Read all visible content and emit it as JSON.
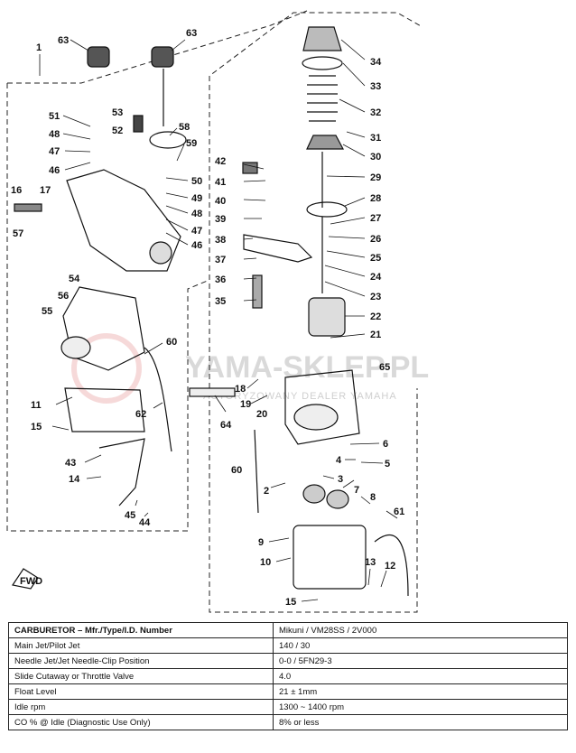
{
  "callouts": [
    {
      "id": "c63a",
      "text": "63"
    },
    {
      "id": "c63b",
      "text": "63"
    },
    {
      "id": "c34",
      "text": "34"
    },
    {
      "id": "c33",
      "text": "33"
    },
    {
      "id": "c32",
      "text": "32"
    },
    {
      "id": "c31",
      "text": "31"
    },
    {
      "id": "c30",
      "text": "30"
    },
    {
      "id": "c29",
      "text": "29"
    },
    {
      "id": "c28",
      "text": "28"
    },
    {
      "id": "c27",
      "text": "27"
    },
    {
      "id": "c26",
      "text": "26"
    },
    {
      "id": "c25",
      "text": "25"
    },
    {
      "id": "c24",
      "text": "24"
    },
    {
      "id": "c23",
      "text": "23"
    },
    {
      "id": "c22",
      "text": "22"
    },
    {
      "id": "c21",
      "text": "21"
    },
    {
      "id": "c65",
      "text": "65"
    },
    {
      "id": "c51",
      "text": "51"
    },
    {
      "id": "c48a",
      "text": "48"
    },
    {
      "id": "c47a",
      "text": "47"
    },
    {
      "id": "c46a",
      "text": "46"
    },
    {
      "id": "c53",
      "text": "53"
    },
    {
      "id": "c52",
      "text": "52"
    },
    {
      "id": "c58",
      "text": "58"
    },
    {
      "id": "c59",
      "text": "59"
    },
    {
      "id": "c50",
      "text": "50"
    },
    {
      "id": "c49",
      "text": "49"
    },
    {
      "id": "c48b",
      "text": "48"
    },
    {
      "id": "c47b",
      "text": "47"
    },
    {
      "id": "c46b",
      "text": "46"
    },
    {
      "id": "c16",
      "text": "16"
    },
    {
      "id": "c17",
      "text": "17"
    },
    {
      "id": "c57",
      "text": "57"
    },
    {
      "id": "c54",
      "text": "54"
    },
    {
      "id": "c56",
      "text": "56"
    },
    {
      "id": "c55",
      "text": "55"
    },
    {
      "id": "c42",
      "text": "42"
    },
    {
      "id": "c41",
      "text": "41"
    },
    {
      "id": "c40",
      "text": "40"
    },
    {
      "id": "c39",
      "text": "39"
    },
    {
      "id": "c38",
      "text": "38"
    },
    {
      "id": "c37",
      "text": "37"
    },
    {
      "id": "c36",
      "text": "36"
    },
    {
      "id": "c35",
      "text": "35"
    },
    {
      "id": "c60a",
      "text": "60"
    },
    {
      "id": "c11",
      "text": "11"
    },
    {
      "id": "c15a",
      "text": "15"
    },
    {
      "id": "c62",
      "text": "62"
    },
    {
      "id": "c64",
      "text": "64"
    },
    {
      "id": "c18",
      "text": "18"
    },
    {
      "id": "c19",
      "text": "19"
    },
    {
      "id": "c20",
      "text": "20"
    },
    {
      "id": "c6",
      "text": "6"
    },
    {
      "id": "c4",
      "text": "4"
    },
    {
      "id": "c5",
      "text": "5"
    },
    {
      "id": "c3",
      "text": "3"
    },
    {
      "id": "c60b",
      "text": "60"
    },
    {
      "id": "c2",
      "text": "2"
    },
    {
      "id": "c7",
      "text": "7"
    },
    {
      "id": "c8",
      "text": "8"
    },
    {
      "id": "c61",
      "text": "61"
    },
    {
      "id": "c43",
      "text": "43"
    },
    {
      "id": "c14",
      "text": "14"
    },
    {
      "id": "c45",
      "text": "45"
    },
    {
      "id": "c44",
      "text": "44"
    },
    {
      "id": "c9",
      "text": "9"
    },
    {
      "id": "c10",
      "text": "10"
    },
    {
      "id": "c13",
      "text": "13"
    },
    {
      "id": "c12",
      "text": "12"
    },
    {
      "id": "c15b",
      "text": "15"
    },
    {
      "id": "c1",
      "text": "1"
    },
    {
      "id": "cfwd",
      "text": "FWD"
    }
  ],
  "watermark": {
    "main": "YAMA-SKLEP.PL",
    "sub": "AUTORYZOWANY DEALER YAMAHA"
  },
  "spec_table": {
    "rows": [
      {
        "label": "CARBURETOR – Mfr./Type/I.D. Number",
        "value": "Mikuni / VM28SS / 2V000"
      },
      {
        "label": "Main Jet/Pilot Jet",
        "value": "140 / 30"
      },
      {
        "label": "Needle Jet/Jet Needle-Clip Position",
        "value": "0-0 / 5FN29-3"
      },
      {
        "label": "Slide Cutaway or Throttle Valve",
        "value": "4.0"
      },
      {
        "label": "Float Level",
        "value": "21 ± 1mm"
      },
      {
        "label": "Idle rpm",
        "value": "1300 ~ 1400 rpm"
      },
      {
        "label": "CO % @ Idle (Diagnostic Use Only)",
        "value": "8% or less"
      }
    ]
  }
}
